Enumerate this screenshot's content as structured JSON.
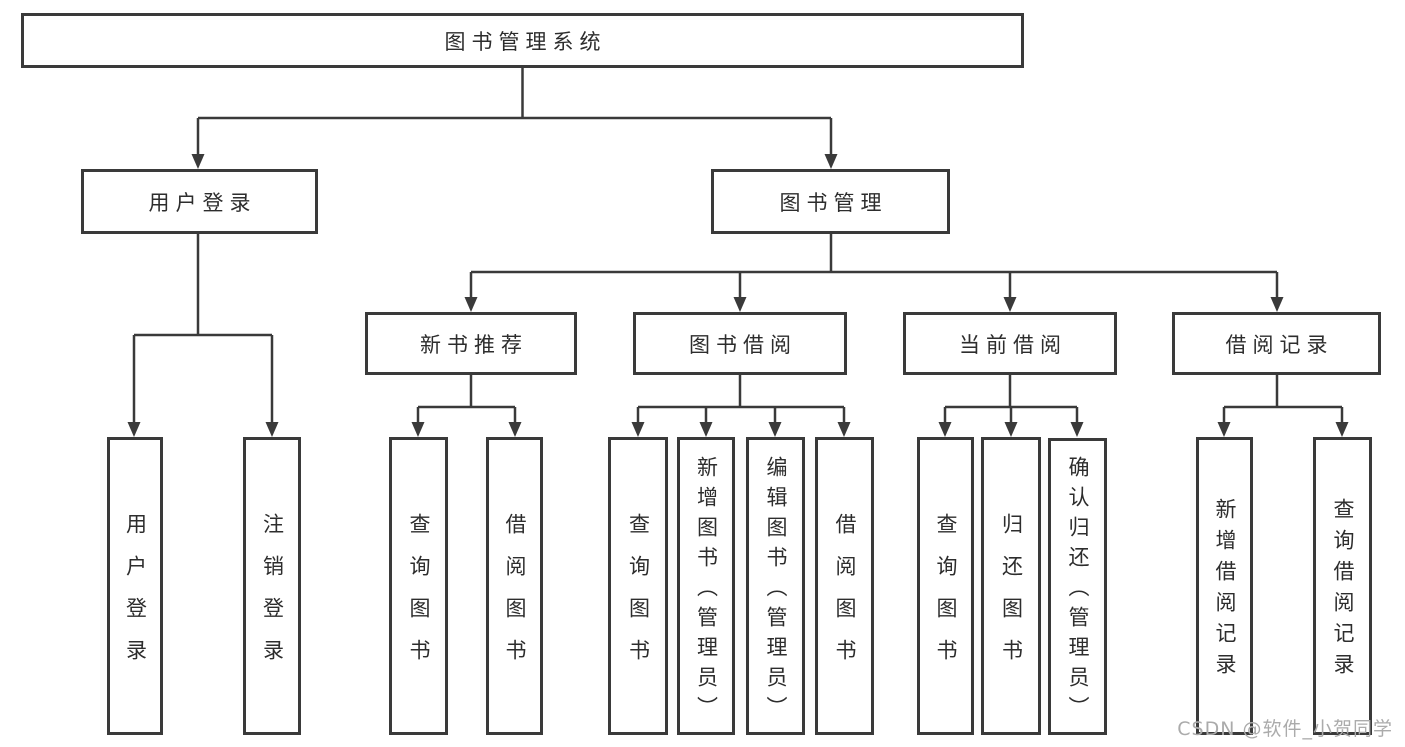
{
  "tree": {
    "label": "图书管理系统",
    "children": [
      {
        "label": "用户登录",
        "children": [
          {
            "label": "用户登录"
          },
          {
            "label": "注销登录"
          }
        ]
      },
      {
        "label": "图书管理",
        "children": [
          {
            "label": "新书推荐",
            "children": [
              {
                "label": "查询图书"
              },
              {
                "label": "借阅图书"
              }
            ]
          },
          {
            "label": "图书借阅",
            "children": [
              {
                "label": "查询图书"
              },
              {
                "label": "新增图书（管理员）"
              },
              {
                "label": "编辑图书（管理员）"
              },
              {
                "label": "借阅图书"
              }
            ]
          },
          {
            "label": "当前借阅",
            "children": [
              {
                "label": "查询图书"
              },
              {
                "label": "归还图书"
              },
              {
                "label": "确认归还（管理员）"
              }
            ]
          },
          {
            "label": "借阅记录",
            "children": [
              {
                "label": "新增借阅记录"
              },
              {
                "label": "查询借阅记录"
              }
            ]
          }
        ]
      }
    ]
  },
  "watermark": {
    "text": "CSDN @软件_小贺同学"
  },
  "colors": {
    "line": "#3a3a3a",
    "box_border": "#3a3a3a",
    "box_background": "#ffffff",
    "text": "#2d2d2d",
    "watermark": "#ababab",
    "page_background": "#ffffff"
  }
}
